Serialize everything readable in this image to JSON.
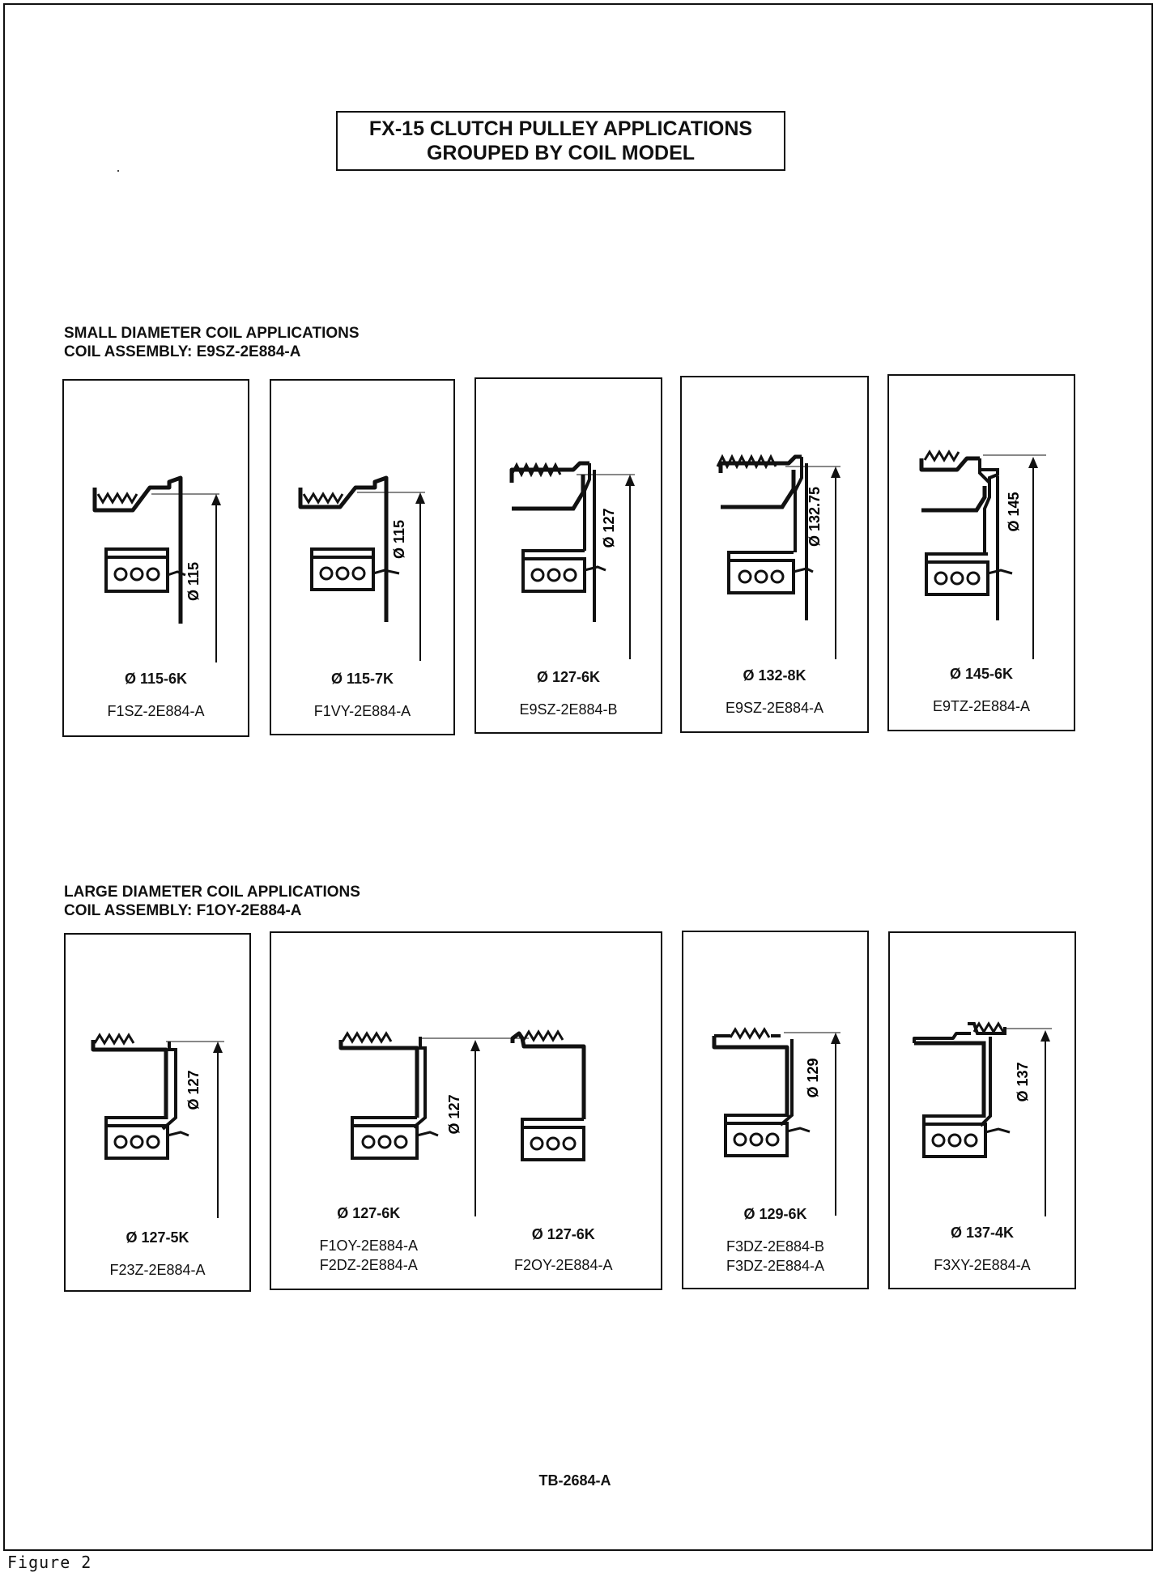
{
  "title": {
    "line1": "FX-15 CLUTCH PULLEY APPLICATIONS",
    "line2": "GROUPED BY COIL MODEL"
  },
  "small": {
    "heading1": "SMALL DIAMETER COIL APPLICATIONS",
    "heading2": "COIL ASSEMBLY: E9SZ-2E884-A",
    "cards": [
      {
        "dim": "Ø 115",
        "size": "Ø 115-6K",
        "part": "F1SZ-2E884-A"
      },
      {
        "dim": "Ø 115",
        "size": "Ø 115-7K",
        "part": "F1VY-2E884-A"
      },
      {
        "dim": "Ø 127",
        "size": "Ø 127-6K",
        "part": "E9SZ-2E884-B"
      },
      {
        "dim": "Ø 132.75",
        "size": "Ø 132-8K",
        "part": "E9SZ-2E884-A"
      },
      {
        "dim": "Ø 145",
        "size": "Ø 145-6K",
        "part": "E9TZ-2E884-A"
      }
    ]
  },
  "large": {
    "heading1": "LARGE DIAMETER COIL APPLICATIONS",
    "heading2": "COIL ASSEMBLY: F1OY-2E884-A",
    "card1": {
      "dim": "Ø 127",
      "size": "Ø 127-5K",
      "part": "F23Z-2E884-A"
    },
    "card2": {
      "dim": "Ø 127",
      "left_size": "Ø 127-6K",
      "left_part1": "F1OY-2E884-A",
      "left_part2": "F2DZ-2E884-A",
      "right_size": "Ø 127-6K",
      "right_part": "F2OY-2E884-A"
    },
    "card3": {
      "dim": "Ø 129",
      "size": "Ø 129-6K",
      "part1": "F3DZ-2E884-B",
      "part2": "F3DZ-2E884-A"
    },
    "card4": {
      "dim": "Ø 137",
      "size": "Ø 137-4K",
      "part": "F3XY-2E884-A"
    }
  },
  "footer_code": "TB-2684-A",
  "figure_label": "Figure 2"
}
